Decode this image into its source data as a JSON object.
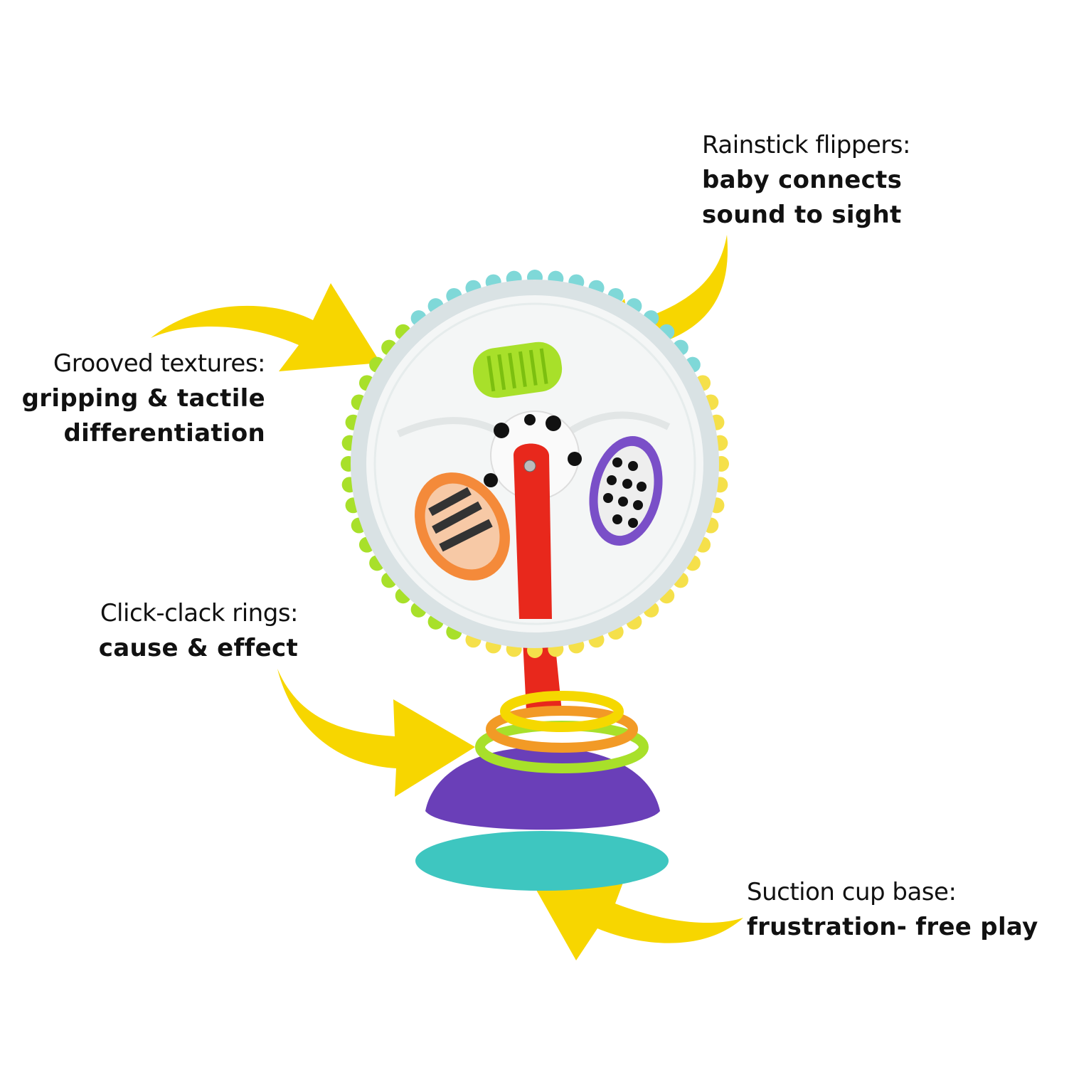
{
  "callouts": {
    "rainstick": {
      "title": "Rainstick flippers:",
      "line1": "baby connects",
      "line2": "sound to sight"
    },
    "grooved": {
      "title": "Grooved textures:",
      "line1": "gripping & tactile",
      "line2": "differentiation"
    },
    "clickclack": {
      "title": "Click-clack rings:",
      "line1": "cause & effect"
    },
    "suction": {
      "title": "Suction cup base:",
      "line1": "frustration- free play"
    }
  },
  "colors": {
    "arrow": "#f7d600",
    "stem": "#e8281c",
    "base": "#6a3fb8",
    "cup": "#3ec6c0",
    "ring_yellow": "#f5d800",
    "ring_orange": "#f29a26",
    "ring_green": "#a8e02a"
  }
}
